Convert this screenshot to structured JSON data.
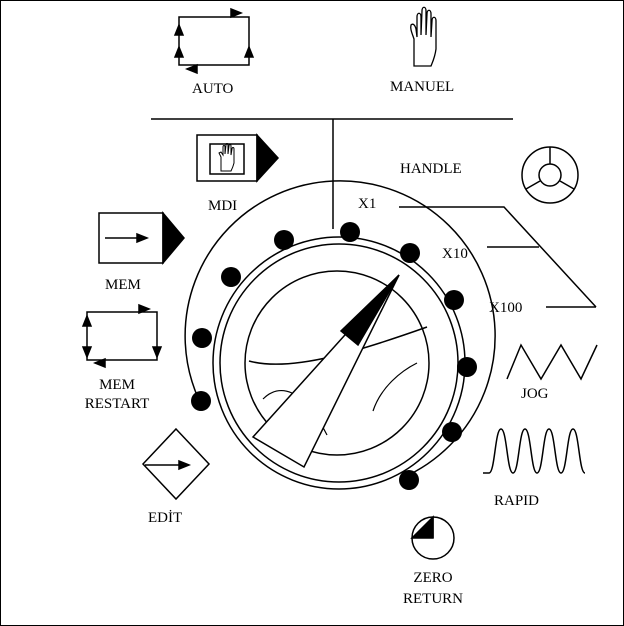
{
  "modes": {
    "auto": "AUTO",
    "manuel": "MANUEL",
    "mdi": "MDI",
    "handle": "HANDLE",
    "x1": "X1",
    "x10": "X10",
    "x100": "X100",
    "mem": "MEM",
    "mem_restart_1": "MEM",
    "mem_restart_2": "RESTART",
    "jog": "JOG",
    "edit": "EDİT",
    "rapid": "RAPID",
    "zero_return_1": "ZERO",
    "zero_return_2": "RETURN"
  },
  "colors": {
    "line": "#000000",
    "background": "#ffffff"
  },
  "icons": [
    "auto-cycle-icon",
    "hand-icon",
    "mdi-hand-icon",
    "handwheel-icon",
    "arrow-block-icon",
    "restart-cycle-icon",
    "zigzag-icon",
    "square-wave-icon",
    "diamond-arrow-icon",
    "zero-return-icon"
  ]
}
